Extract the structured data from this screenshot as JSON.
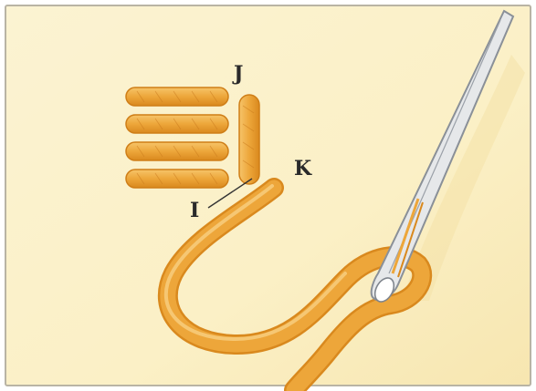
{
  "labels": {
    "j": "J",
    "k": "K",
    "i": "I"
  },
  "colors": {
    "fabric": "#fbf1c9",
    "fabric_edge": "#b9b4a4",
    "thread": "#eda63a",
    "thread_dark": "#cf7e17",
    "needle": "#8a9098"
  },
  "icons": {
    "needle": "sewing-needle-icon",
    "thread": "yarn-strand-icon"
  }
}
